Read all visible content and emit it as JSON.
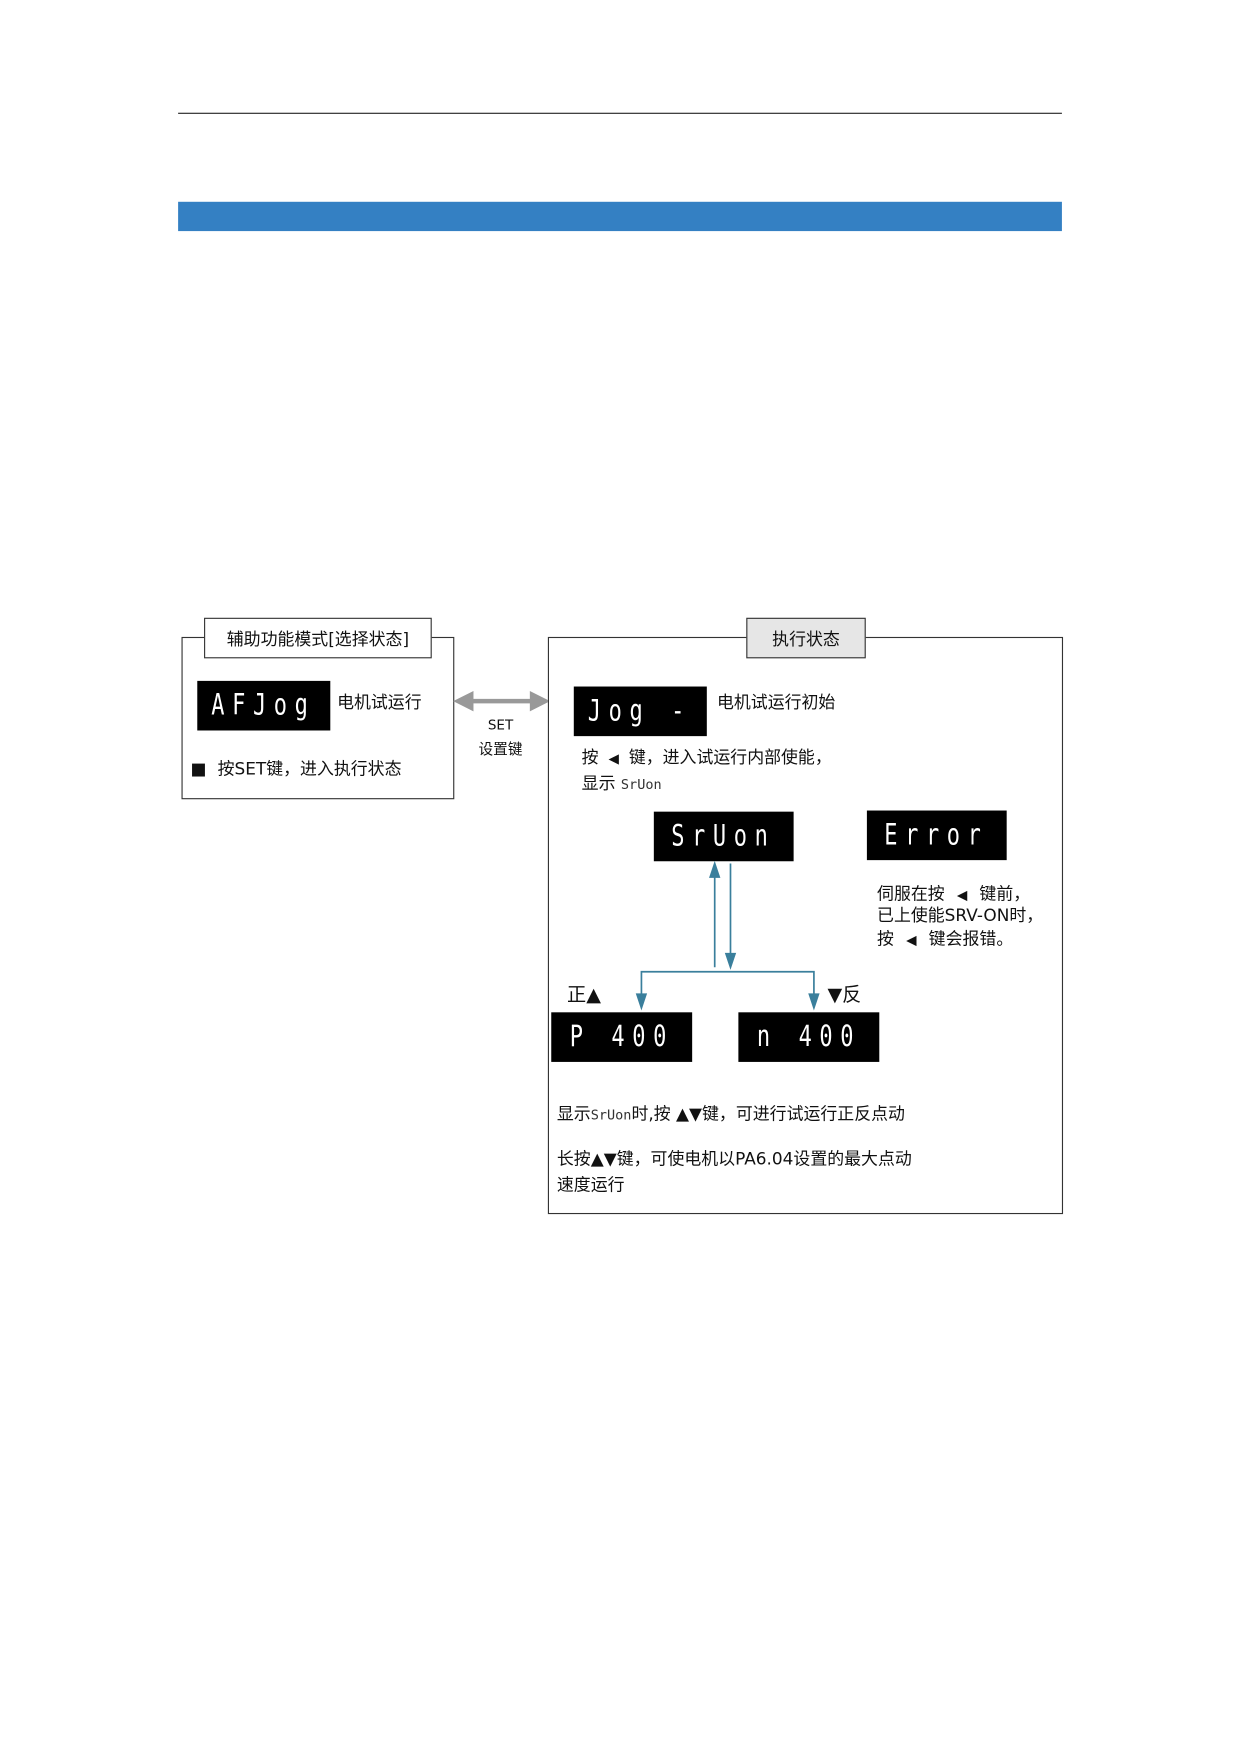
{
  "header": {
    "accent_color": "#3480c3"
  },
  "left_panel": {
    "title": "辅助功能模式[选择状态]",
    "display": "AFJog",
    "display_label": "电机试运行",
    "note_bullet": "■",
    "note": "按SET键，进入执行状态"
  },
  "set_key": {
    "label": "SET",
    "sublabel": "设置键"
  },
  "right_panel": {
    "title": "执行状态",
    "jog_display": "Jog -",
    "jog_label": "电机试运行初始",
    "instr1_a": "按",
    "instr1_icon": "◀",
    "instr1_b": "键，进入试运行内部使能，",
    "instr2_a": "显示",
    "instr2_b": "SrUon",
    "srvon_display": "SrUon",
    "error_display": "Error",
    "error_note": {
      "l1a": "伺服在按",
      "l1icon": "◀",
      "l1b": "键前，",
      "l2": "已上使能SRV-ON时，",
      "l3a": "按",
      "l3icon": "◀",
      "l3b": "键会报错。"
    },
    "forward_label": "正▲",
    "reverse_label": "▼反",
    "p_display": "P 400",
    "n_display": "n 400",
    "desc1_a": "显示",
    "desc1_b": "SrUon",
    "desc1_c": "时,按 ▲▼键，可进行试运行正反点动",
    "desc2": "长按▲▼键，可使电机以PA6.04设置的最大点动",
    "desc3": "速度运行"
  }
}
